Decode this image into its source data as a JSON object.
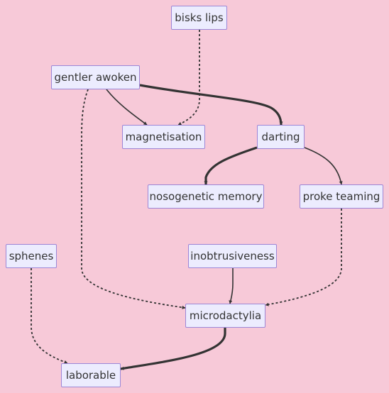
{
  "colors": {
    "background": "#f7c9d8",
    "node_fill": "#ececfe",
    "node_border": "#9c86d6",
    "edge": "#333333"
  },
  "nodes": {
    "bisks_lips": "bisks lips",
    "gentler_awoken": "gentler awoken",
    "magnetisation": "magnetisation",
    "darting": "darting",
    "nosogenetic_memory": "nosogenetic memory",
    "proke_teaming": "proke teaming",
    "sphenes": "sphenes",
    "inobtrusiveness": "inobtrusiveness",
    "microdactylia": "microdactylia",
    "laborable": "laborable"
  },
  "edges": [
    {
      "from": "gentler_awoken",
      "to": "magnetisation",
      "style": "solid"
    },
    {
      "from": "bisks_lips",
      "to": "magnetisation",
      "style": "dotted"
    },
    {
      "from": "gentler_awoken",
      "to": "darting",
      "style": "thick"
    },
    {
      "from": "darting",
      "to": "nosogenetic_memory",
      "style": "thick"
    },
    {
      "from": "darting",
      "to": "proke_teaming",
      "style": "solid"
    },
    {
      "from": "gentler_awoken",
      "to": "microdactylia",
      "style": "dotted"
    },
    {
      "from": "inobtrusiveness",
      "to": "microdactylia",
      "style": "solid"
    },
    {
      "from": "proke_teaming",
      "to": "microdactylia",
      "style": "dotted"
    },
    {
      "from": "sphenes",
      "to": "laborable",
      "style": "dotted"
    },
    {
      "from": "microdactylia",
      "to": "laborable",
      "style": "thick"
    }
  ]
}
